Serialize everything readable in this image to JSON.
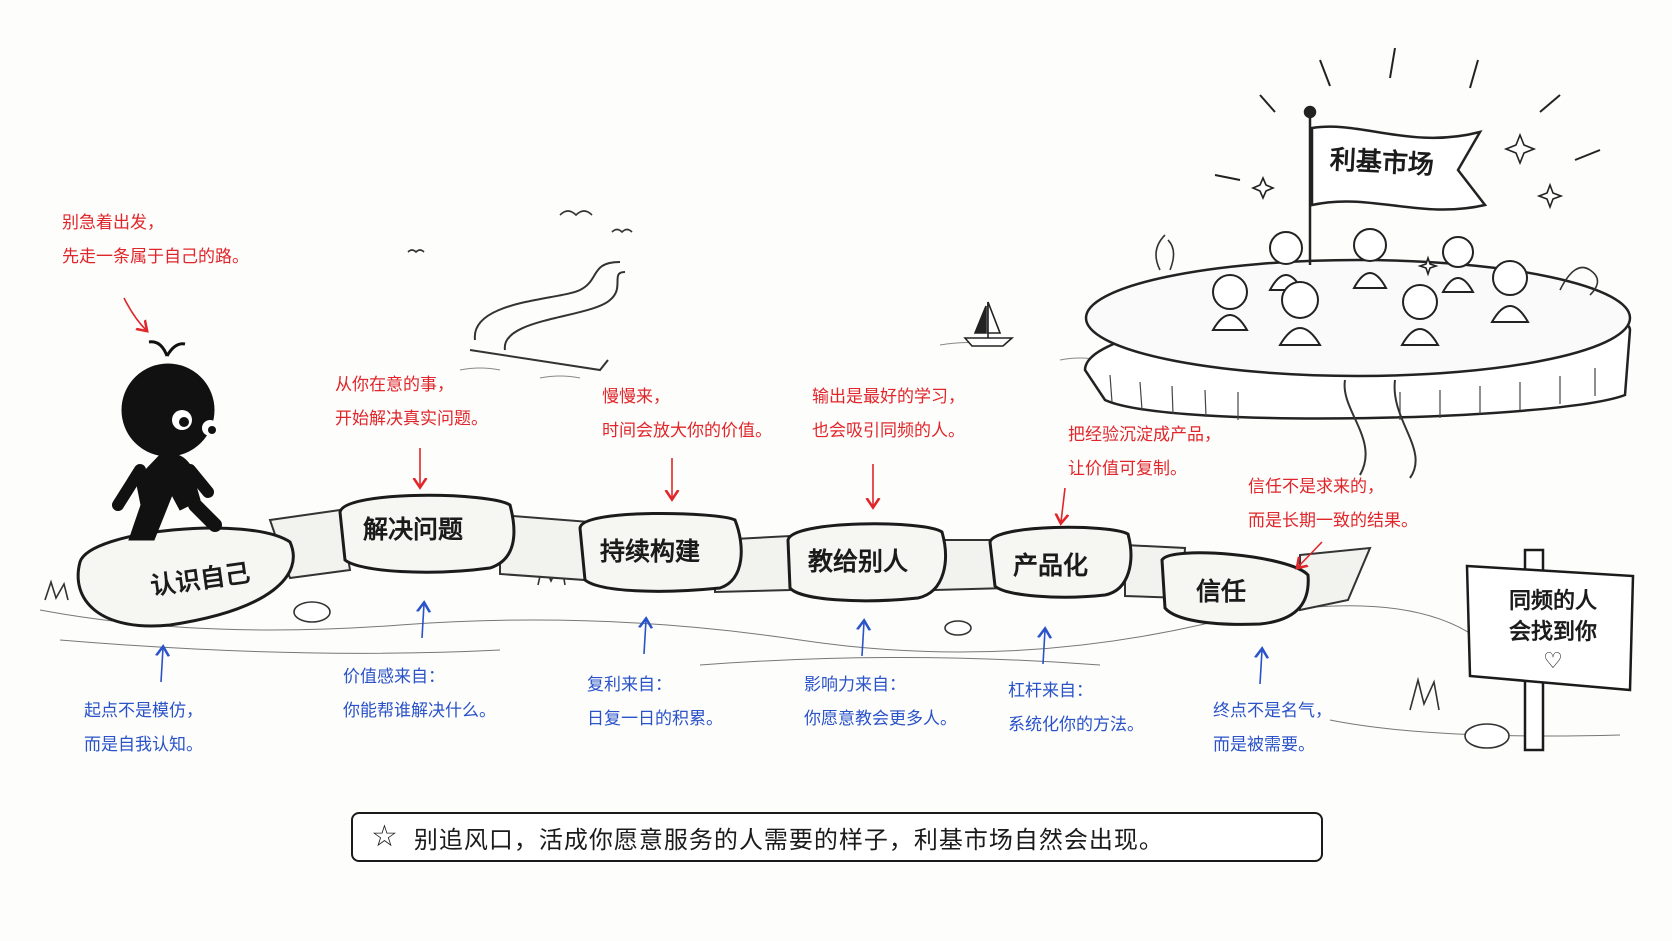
{
  "colors": {
    "ink": "#1b1b1b",
    "red_note": "#e0262b",
    "blue_note": "#2a52c9",
    "background": "#fdfdfb"
  },
  "start_note": [
    "别急着出发，",
    "先走一条属于自己的路。"
  ],
  "stones": [
    {
      "label": "认识自己",
      "red_note": [],
      "blue_note": [
        "起点不是模仿，",
        "而是自我认知。"
      ]
    },
    {
      "label": "解决问题",
      "red_note": [
        "从你在意的事，",
        "开始解决真实问题。"
      ],
      "blue_note": [
        "价值感来自：",
        "你能帮谁解决什么。"
      ]
    },
    {
      "label": "持续构建",
      "red_note": [
        "慢慢来，",
        "时间会放大你的价值。"
      ],
      "blue_note": [
        "复利来自：",
        "日复一日的积累。"
      ]
    },
    {
      "label": "教给别人",
      "red_note": [
        "输出是最好的学习，",
        "也会吸引同频的人。"
      ],
      "blue_note": [
        "影响力来自：",
        "你愿意教会更多人。"
      ]
    },
    {
      "label": "产品化",
      "red_note": [
        "把经验沉淀成产品，",
        "让价值可复制。"
      ],
      "blue_note": [
        "杠杆来自：",
        "系统化你的方法。"
      ]
    },
    {
      "label": "信任",
      "red_note": [
        "信任不是求来的，",
        "而是长期一致的结果。"
      ],
      "blue_note": [
        "终点不是名气，",
        "而是被需要。"
      ]
    }
  ],
  "flag": {
    "label": "利基市场"
  },
  "sign": {
    "lines": [
      "同频的人",
      "会找到你"
    ],
    "icon": "heart-icon"
  },
  "banner": {
    "icon": "star-icon",
    "text": "别追风口，活成你愿意服务的人需要的样子，利基市场自然会出现。"
  }
}
